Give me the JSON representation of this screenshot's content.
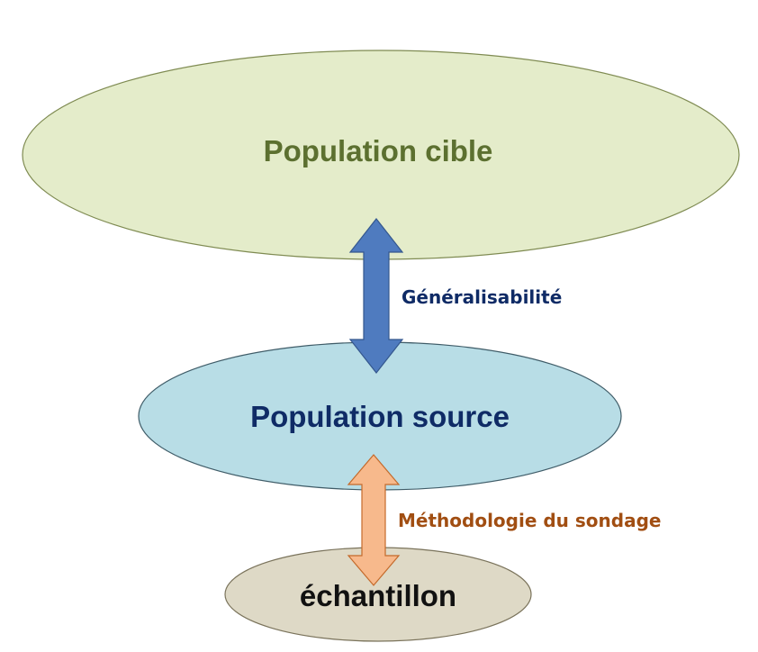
{
  "diagram": {
    "nodes": {
      "target": {
        "label": "Population cible",
        "fill": "#e4ecca",
        "stroke": "#7f8b52",
        "text_color": "#5c7030"
      },
      "source": {
        "label": "Population source",
        "fill": "#b8dde6",
        "stroke": "#3f5c68",
        "text_color": "#0f2b66"
      },
      "sample": {
        "label": "échantillon",
        "fill": "#ded9c6",
        "stroke": "#7a735b",
        "text_color": "#111111"
      }
    },
    "arrows": {
      "generalisability": {
        "label": "Généralisabilité",
        "fill": "#4f7bbf",
        "stroke": "#34578e",
        "text_color": "#0f2b66"
      },
      "methodology": {
        "label": "Méthodologie du sondage",
        "fill": "#f7b98c",
        "stroke": "#c46a2b",
        "text_color": "#a14e12"
      }
    }
  }
}
